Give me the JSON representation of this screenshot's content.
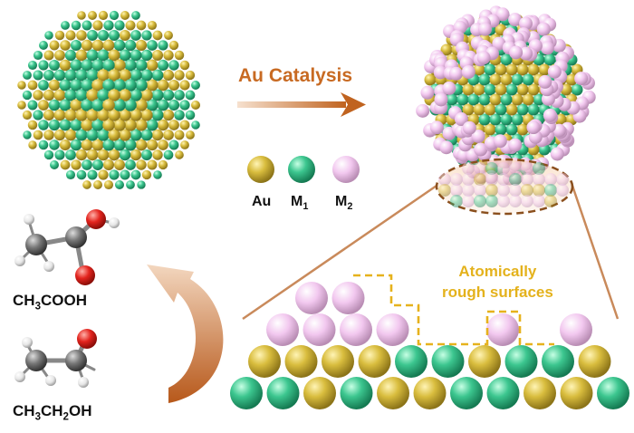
{
  "colors": {
    "au": "#d4b93a",
    "m1": "#38c48c",
    "m2": "#f0c6ee",
    "arrow": "#c96f2a",
    "rough_dash": "#e6b21d",
    "carbon": "#6e6e6e",
    "oxygen": "#e3241e",
    "hydrogen": "#e8e8e8"
  },
  "reaction_arrow": {
    "label": "Au Catalysis"
  },
  "legend": [
    {
      "symbol": "Au",
      "sub": "",
      "color_key": "au"
    },
    {
      "symbol": "M",
      "sub": "1",
      "color_key": "m1"
    },
    {
      "symbol": "M",
      "sub": "2",
      "color_key": "m2"
    }
  ],
  "surface_note": {
    "line1": "Atomically",
    "line2": "rough surfaces"
  },
  "molecules": {
    "acetic_acid": {
      "p1": "CH",
      "s1": "3",
      "p2": "COOH"
    },
    "ethanol": {
      "p1": "CH",
      "s1": "3",
      "p2": "CH",
      "s2": "2",
      "p3": "OH"
    }
  },
  "crystal_rows": {
    "bottom": [
      "m1",
      "m1",
      "au",
      "m1",
      "au",
      "au",
      "m1",
      "m1",
      "au",
      "au",
      "m1"
    ],
    "middle": [
      "au",
      "au",
      "au",
      "au",
      "m1",
      "m1",
      "au",
      "m1",
      "m1",
      "au"
    ],
    "pink_top_row": [
      0,
      1
    ],
    "pink_second_row": [
      0,
      1,
      2,
      3,
      6,
      8
    ]
  }
}
